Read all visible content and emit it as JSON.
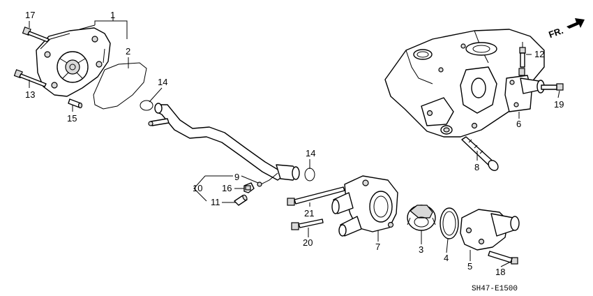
{
  "callouts": {
    "c1": "1",
    "c2": "2",
    "c3": "3",
    "c4": "4",
    "c5": "5",
    "c6": "6",
    "c7": "7",
    "c8": "8",
    "c9": "9",
    "c10": "10",
    "c11": "11",
    "c12": "12",
    "c13": "13",
    "c14a": "14",
    "c14b": "14",
    "c15": "15",
    "c16": "16",
    "c17": "17",
    "c18": "18",
    "c19": "19",
    "c20": "20",
    "c21": "21"
  },
  "direction_label": "FR.",
  "diagram_code": "SH47-E1500"
}
